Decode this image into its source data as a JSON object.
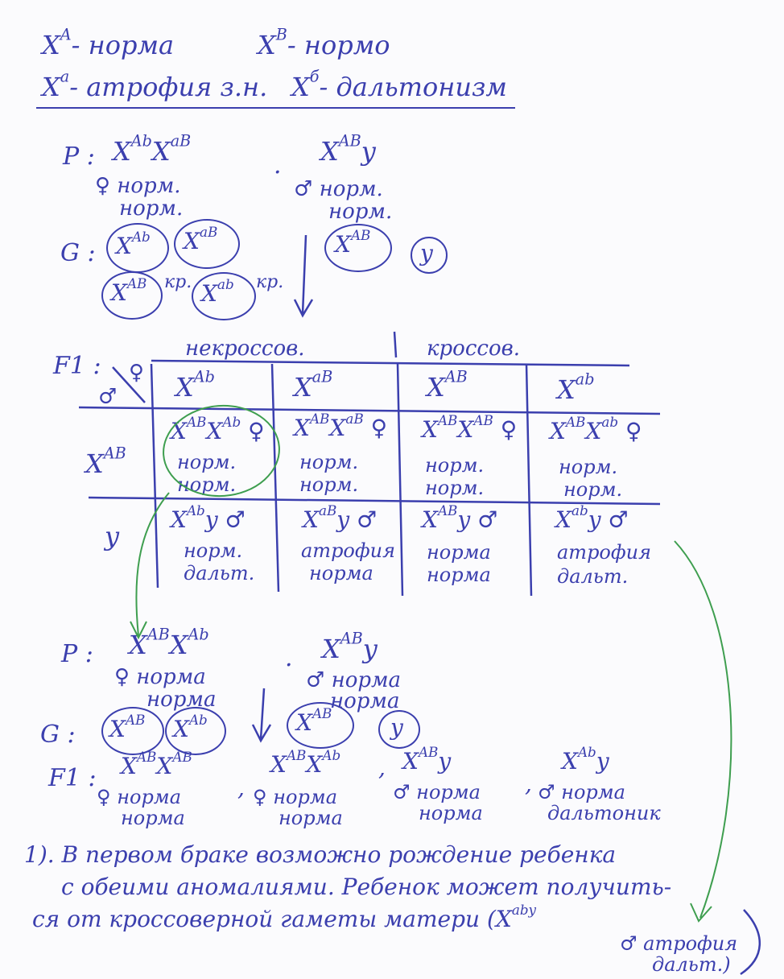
{
  "legend": {
    "a_norm": {
      "base": "X",
      "sup": "A",
      "text": "- норма"
    },
    "b_norm": {
      "base": "X",
      "sup": "B",
      "text": "- нормо"
    },
    "a_atrophy": {
      "base": "X",
      "sup": "a",
      "text": "- атрофия з.н."
    },
    "b_color": {
      "base": "X",
      "sup": "б",
      "text": "- дальтонизм"
    }
  },
  "cross1": {
    "p_label": "P :",
    "female": {
      "g1": "Ab",
      "g2": "aB",
      "mark": "♀",
      "p1": "норм.",
      "p2": "норм."
    },
    "male": {
      "g": "AB",
      "y": "y",
      "mark": "♂",
      "p1": "норм.",
      "p2": "норм."
    },
    "dot": "·",
    "g_label": "G :",
    "gametes_f": [
      "Ab",
      "aB",
      "AB",
      "ab"
    ],
    "gametes_f_cross": "кр.",
    "gametes_m": [
      "AB",
      "y"
    ]
  },
  "punnett": {
    "f1_label": "F1 :",
    "corner_f": "♀",
    "corner_m": "♂",
    "group_noncross": "некроссов.",
    "group_cross": "кроссов.",
    "cols": [
      "Ab",
      "aB",
      "AB",
      "ab"
    ],
    "rows": [
      "AB",
      "y"
    ],
    "row1": [
      {
        "g1": "AB",
        "g2": "Ab",
        "sex": "♀",
        "p1": "норм.",
        "p2": "норм."
      },
      {
        "g1": "AB",
        "g2": "aB",
        "sex": "♀",
        "p1": "норм.",
        "p2": "норм."
      },
      {
        "g1": "AB",
        "g2": "AB",
        "sex": "♀",
        "p1": "норм.",
        "p2": "норм."
      },
      {
        "g1": "AB",
        "g2": "ab",
        "sex": "♀",
        "p1": "норм.",
        "p2": "норм."
      }
    ],
    "row2": [
      {
        "g": "Ab",
        "y": "y",
        "sex": "♂",
        "p1": "норм.",
        "p2": "дальт."
      },
      {
        "g": "aB",
        "y": "y",
        "sex": "♂",
        "p1": "атрофия",
        "p2": "норма"
      },
      {
        "g": "AB",
        "y": "y",
        "sex": "♂",
        "p1": "норма",
        "p2": "норма"
      },
      {
        "g": "ab",
        "y": "y",
        "sex": "♂",
        "p1": "атрофия",
        "p2": "дальт."
      }
    ]
  },
  "cross2": {
    "p_label": "P :",
    "female": {
      "g1": "AB",
      "g2": "Ab",
      "mark": "♀",
      "p1": "норма",
      "p2": "норма"
    },
    "male": {
      "g": "AB",
      "y": "y",
      "mark": "♂",
      "p1": "норма",
      "p2": "норма"
    },
    "dot": "·",
    "g_label": "G :",
    "gametes_f": [
      "AB",
      "Ab"
    ],
    "gametes_m": [
      "AB",
      "y"
    ],
    "f1_label": "F1 :",
    "offspring": [
      {
        "g1": "AB",
        "g2": "AB",
        "sex": "♀",
        "p1": "норма",
        "p2": "норма"
      },
      {
        "g1": "AB",
        "g2": "Ab",
        "sex": "♀",
        "p1": "норма",
        "p2": "норма"
      },
      {
        "g1": "AB",
        "g2": "y",
        "sex": "♂",
        "p1": "норма",
        "p2": "норма"
      },
      {
        "g1": "Ab",
        "g2": "y",
        "sex": "♂",
        "p1": "норма",
        "p2": "дальтоник"
      }
    ]
  },
  "conclusion": {
    "line1": "1). В первом браке возможно рождение ребенка",
    "line2": "с обеими аномалиями. Ребенок может получить-",
    "line3": "ся от кроссоверной гаметы матери (X",
    "sup": "aby",
    "line4": "♂ атрофия",
    "line5": "дальт.)"
  },
  "colors": {
    "ink": "#3b3fae",
    "green": "#3e9e4f",
    "paper": "#fbfbfd"
  }
}
